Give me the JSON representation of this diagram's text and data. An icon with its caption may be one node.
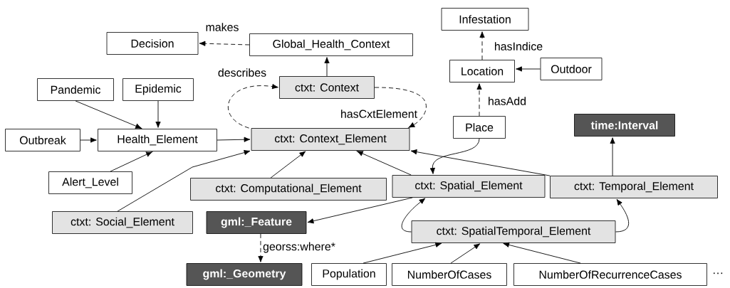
{
  "diagram": {
    "nodes": [
      {
        "text": [
          "Decision"
        ]
      },
      {
        "text": [
          "Global_Health_Context"
        ]
      },
      {
        "text": [
          "ctxt: Context"
        ]
      },
      {
        "text": [
          "Pandemic"
        ]
      },
      {
        "text": [
          "Epidemic"
        ]
      },
      {
        "text": [
          "Outbreak"
        ]
      },
      {
        "text": [
          "Health_Element"
        ]
      },
      {
        "text": [
          "ctxt: Context_Element"
        ]
      },
      {
        "text": [
          "Infestation"
        ]
      },
      {
        "text": [
          "Location"
        ]
      },
      {
        "text": [
          "Outdoor"
        ]
      },
      {
        "text": [
          "Place"
        ]
      },
      {
        "text": [
          "time:Interval"
        ]
      },
      {
        "text": [
          "Alert_Level"
        ]
      },
      {
        "text": [
          "ctxt: Computational_Element"
        ]
      },
      {
        "text": [
          "ctxt: Spatial_Element"
        ]
      },
      {
        "text": [
          "ctxt: Temporal_Element"
        ]
      },
      {
        "text": [
          "ctxt: Social_Element"
        ]
      },
      {
        "text": [
          "gml:_Feature"
        ]
      },
      {
        "text": [
          "ctxt: SpatialTemporal_Element"
        ]
      },
      {
        "text": [
          "gml:_Geometry"
        ]
      },
      {
        "text": [
          "Population"
        ]
      },
      {
        "text": [
          "NumberOfCases"
        ]
      },
      {
        "text": [
          "NumberOfRecurrenceCases"
        ],
        "beside": [
          "···"
        ]
      }
    ],
    "edges": [
      {
        "from": 1,
        "to": 0,
        "arrow": "to",
        "label": "makes",
        "style": "dashed"
      },
      {
        "from": 2,
        "to": 1,
        "arrow": "to"
      },
      {
        "from": 7,
        "to": 2,
        "arrow": "to",
        "label": "describes",
        "style": "dashed"
      },
      {
        "from": 2,
        "to": 7,
        "arrow": "to",
        "label": "hasCxtElement",
        "style": "dashed"
      },
      {
        "from": 3,
        "to": 6,
        "arrow": "to"
      },
      {
        "from": 4,
        "to": 6,
        "arrow": "to"
      },
      {
        "from": 5,
        "to": 6,
        "arrow": "to"
      },
      {
        "from": 13,
        "to": 6,
        "arrow": "to"
      },
      {
        "from": 6,
        "to": 7,
        "arrow": "to"
      },
      {
        "from": 17,
        "to": 7,
        "arrow": "to"
      },
      {
        "from": 14,
        "to": 7,
        "arrow": "to"
      },
      {
        "from": 15,
        "to": 7,
        "arrow": "to"
      },
      {
        "from": 16,
        "to": 7,
        "arrow": "to"
      },
      {
        "from": 9,
        "to": 8,
        "arrow": "to",
        "label": "hasIndice",
        "style": "dashed"
      },
      {
        "from": 10,
        "to": 9,
        "arrow": "to"
      },
      {
        "from": 11,
        "to": 9,
        "arrow": "to",
        "label": "hasAdd",
        "style": "dashed"
      },
      {
        "from": 11,
        "to": 15,
        "arrow": "to"
      },
      {
        "from": 16,
        "to": 12,
        "arrow": "to"
      },
      {
        "from": 15,
        "to": 18,
        "arrow": "to"
      },
      {
        "from": 18,
        "to": 20,
        "arrow": "to",
        "label": "georss:where*",
        "style": "dashed"
      },
      {
        "from": 19,
        "to": 15,
        "arrow": "to"
      },
      {
        "from": 19,
        "to": 16,
        "arrow": "to"
      },
      {
        "from": 21,
        "to": 19,
        "arrow": "to"
      },
      {
        "from": 22,
        "to": 19,
        "arrow": "to"
      },
      {
        "from": 23,
        "to": 19,
        "arrow": "to"
      }
    ]
  }
}
